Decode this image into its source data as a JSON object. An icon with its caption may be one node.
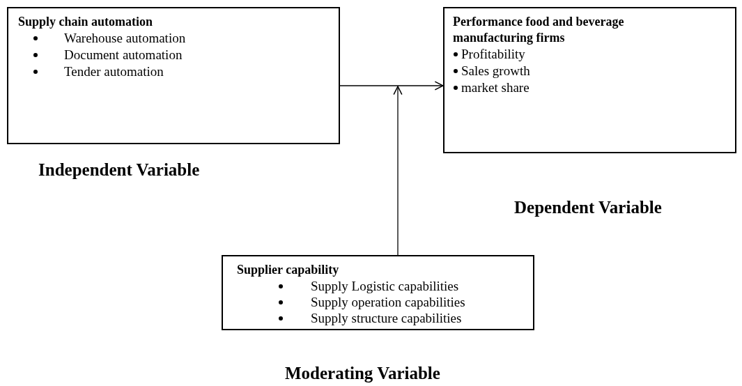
{
  "diagram": {
    "nodes": [
      {
        "text": [
          "Supply chain automation",
          "Warehouse automation",
          "Document automation",
          "Tender automation"
        ],
        "beside": [
          "Independent Variable"
        ]
      },
      {
        "text": [
          "Performance food and beverage manufacturing firms",
          "Profitability",
          "Sales growth",
          "market share"
        ],
        "beside": [
          "Dependent Variable"
        ]
      },
      {
        "text": [
          "Supplier capability",
          "Supply Logistic capabilities",
          "Supply operation capabilities",
          "Supply structure capabilities"
        ],
        "beside": [
          "Moderating Variable"
        ]
      }
    ],
    "edges": [
      {
        "from": 0,
        "to": 1,
        "arrow": "to"
      },
      {
        "from": 2,
        "to": null,
        "arrow": "to"
      }
    ]
  }
}
